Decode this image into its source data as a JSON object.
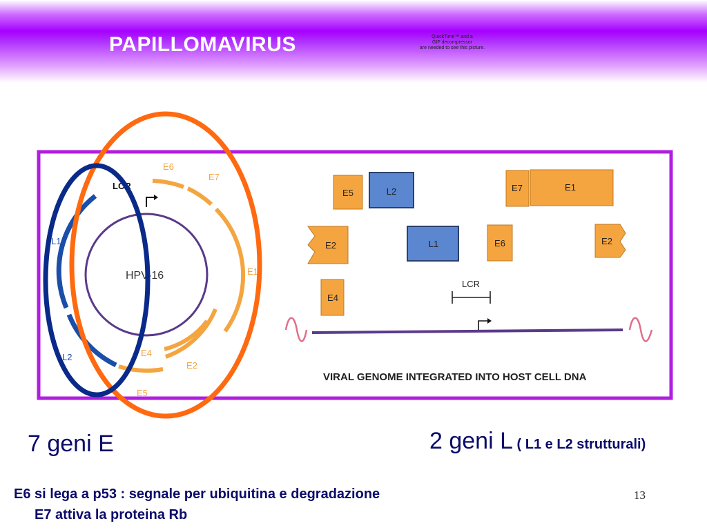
{
  "header": {
    "title": "PAPILLOMAVIRUS",
    "quicktime_note": [
      "QuickTime™ and a",
      "GIF decompressor",
      "are needed to see this picture."
    ]
  },
  "diagram": {
    "circle_label": "HPV-16",
    "lcr_label": "LCR",
    "circle_gene_labels": {
      "e6": "E6",
      "e7": "E7",
      "e1": "E1",
      "e4": "E4",
      "e2": "E2",
      "e5": "E5",
      "l1": "L1",
      "l2": "L2"
    },
    "integrated_boxes": {
      "e5": "E5",
      "l2": "L2",
      "e7": "E7",
      "e1": "E1",
      "e2_left": "E2",
      "l1": "L1",
      "e6": "E6",
      "e2_right": "E2",
      "e4": "E4"
    },
    "integrated_lcr": "LCR",
    "caption": "VIRAL GENOME INTEGRATED INTO HOST CELL DNA",
    "colors": {
      "early_gene": "#f5a540",
      "late_gene": "#5b86d0",
      "late_arc": "#1a4ea8",
      "genome_line": "#5a3a8a",
      "frame": "#b01ee0",
      "orange_ellipse": "#ff6a10",
      "blue_ellipse": "#0a2a8a",
      "host_dna": "#e0708a"
    }
  },
  "labels": {
    "seven_e": "7 geni E",
    "two_l_big": "2 geni L",
    "two_l_small": " ( L1 e L2 strutturali)",
    "bottom_line1": "E6 si lega a p53 : segnale per ubiquitina e degradazione",
    "bottom_line2": "E7 attiva la proteina Rb",
    "page_number": "13"
  }
}
